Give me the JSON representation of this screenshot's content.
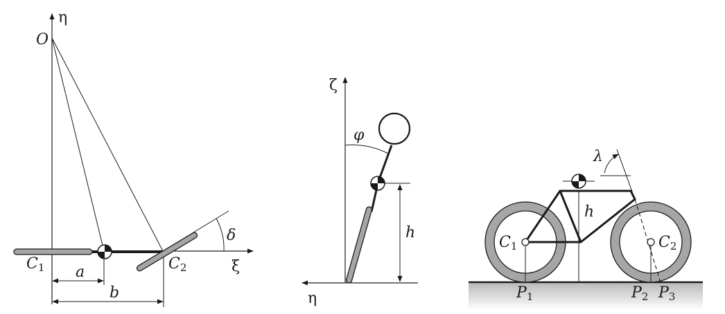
{
  "panel_a": {
    "origin_label": "O",
    "eta_axis": "η",
    "xi_axis": "ξ",
    "rear_wheel": {
      "letter": "C",
      "sub": "1"
    },
    "front_wheel": {
      "letter": "C",
      "sub": "2"
    },
    "dim_a": "a",
    "dim_b": "b",
    "steer_angle": "δ"
  },
  "panel_b": {
    "zeta_axis": "ζ",
    "eta_axis": "η",
    "lean_angle": "φ",
    "height": "h"
  },
  "panel_c": {
    "head_angle": "λ",
    "height": "h",
    "rear_hub": {
      "letter": "C",
      "sub": "1"
    },
    "front_hub": {
      "letter": "C",
      "sub": "2"
    },
    "contact_1": {
      "letter": "P",
      "sub": "1"
    },
    "contact_2": {
      "letter": "P",
      "sub": "2"
    },
    "contact_3": {
      "letter": "P",
      "sub": "3"
    }
  },
  "colors": {
    "ink": "#1a1a1a",
    "wheel_gray": "#a6a6a6",
    "ground_gray": "#cfcfcf"
  }
}
